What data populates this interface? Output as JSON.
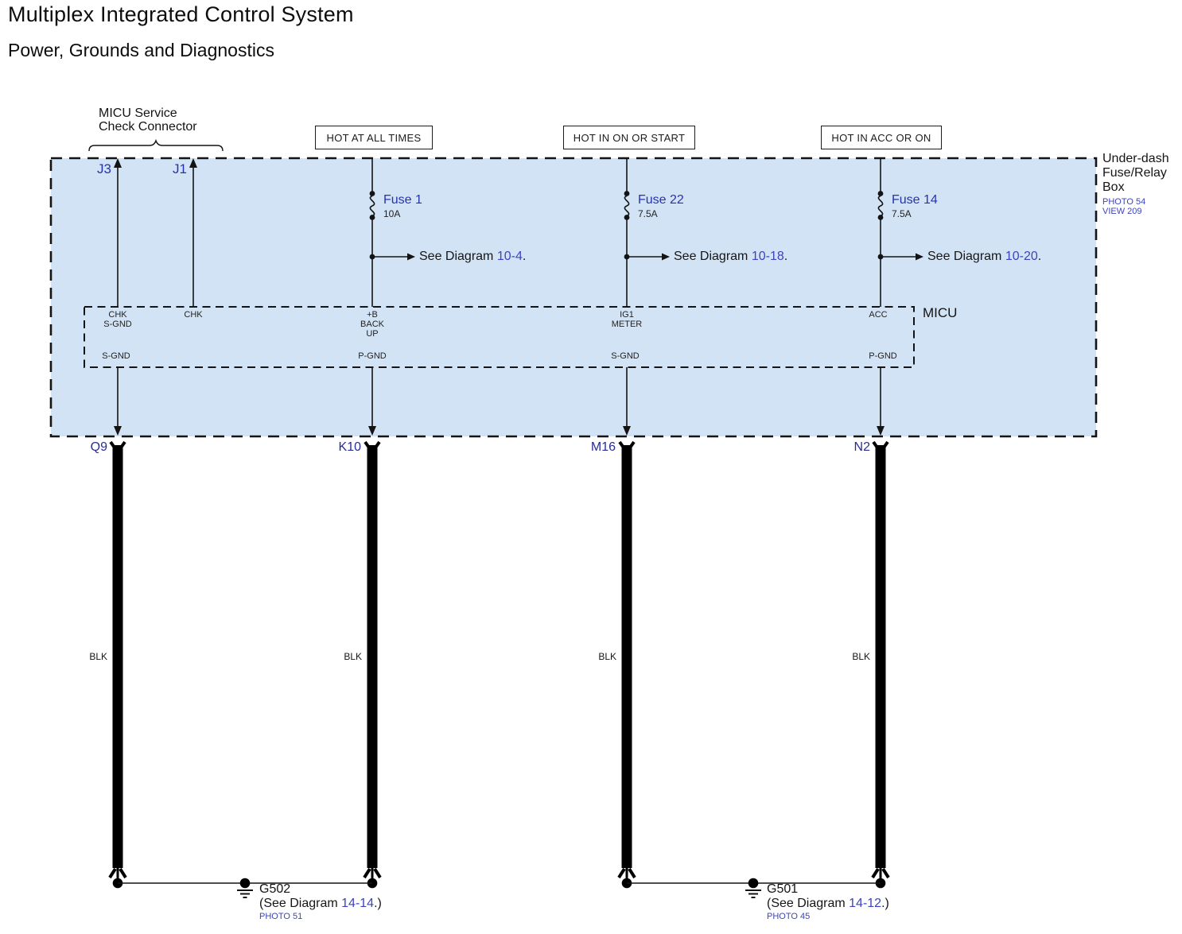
{
  "page": {
    "title": "Multiplex Integrated Control System",
    "subtitle": "Power, Grounds and Diagnostics"
  },
  "service_connector": {
    "line1": "MICU Service",
    "line2": "Check Connector"
  },
  "power_sources": [
    {
      "label": "HOT AT ALL TIMES"
    },
    {
      "label": "HOT IN ON OR START"
    },
    {
      "label": "HOT IN ACC OR ON"
    }
  ],
  "fuse_box": {
    "name_l1": "Under-dash",
    "name_l2": "Fuse/Relay",
    "name_l3": "Box",
    "photo_ref": "PHOTO 54",
    "view_ref": "VIEW 209"
  },
  "top_connectors": [
    {
      "id": "J3"
    },
    {
      "id": "J1"
    }
  ],
  "fuses": [
    {
      "name": "Fuse 1",
      "rating": "10A",
      "see_text": "See Diagram ",
      "see_ref": "10-4",
      "see_end": "."
    },
    {
      "name": "Fuse 22",
      "rating": "7.5A",
      "see_text": "See Diagram ",
      "see_ref": "10-18",
      "see_end": "."
    },
    {
      "name": "Fuse 14",
      "rating": "7.5A",
      "see_text": "See Diagram ",
      "see_ref": "10-20",
      "see_end": "."
    }
  ],
  "micu": {
    "label": "MICU",
    "pins_top": [
      {
        "l1": "CHK",
        "l2": "S-GND",
        "l3": ""
      },
      {
        "l1": "CHK",
        "l2": "",
        "l3": ""
      },
      {
        "l1": "+B",
        "l2": "BACK",
        "l3": "UP"
      },
      {
        "l1": "IG1",
        "l2": "METER",
        "l3": ""
      },
      {
        "l1": "ACC",
        "l2": "",
        "l3": ""
      }
    ],
    "pins_bottom": [
      {
        "label": "S-GND"
      },
      {
        "label": "P-GND"
      },
      {
        "label": "S-GND"
      },
      {
        "label": "P-GND"
      }
    ]
  },
  "bottom_connectors": [
    {
      "id": "Q9"
    },
    {
      "id": "K10"
    },
    {
      "id": "M16"
    },
    {
      "id": "N2"
    }
  ],
  "wire_labels": [
    {
      "color": "BLK"
    },
    {
      "color": "BLK"
    },
    {
      "color": "BLK"
    },
    {
      "color": "BLK"
    }
  ],
  "grounds": [
    {
      "id": "G502",
      "see_text": "(See Diagram ",
      "see_ref": "14-14",
      "see_end": ".)",
      "photo_ref": "PHOTO 51"
    },
    {
      "id": "G501",
      "see_text": "(See Diagram ",
      "see_ref": "14-12",
      "see_end": ".)",
      "photo_ref": "PHOTO 45"
    }
  ],
  "colors": {
    "box_fill": "#d2e3f5",
    "label_blue": "#2733ad",
    "ref_blue": "#3c44bb",
    "connector_blue": "#272d93",
    "wire": "#000000"
  }
}
